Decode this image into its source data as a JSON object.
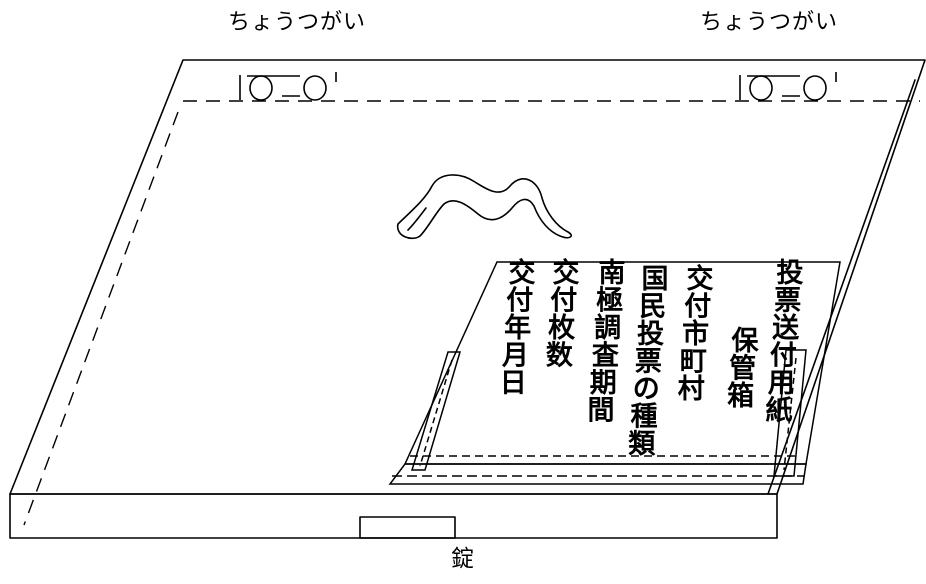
{
  "labels": {
    "hinge_left": "ちょうつがい",
    "hinge_right": "ちょうつがい",
    "lock": "錠"
  },
  "lid_note_columns": [
    "投票送付用紙",
    "保管箱",
    "交付市町村",
    "国民投票の種類",
    "南極調査期間",
    "交付枚数",
    "交付年月日"
  ]
}
